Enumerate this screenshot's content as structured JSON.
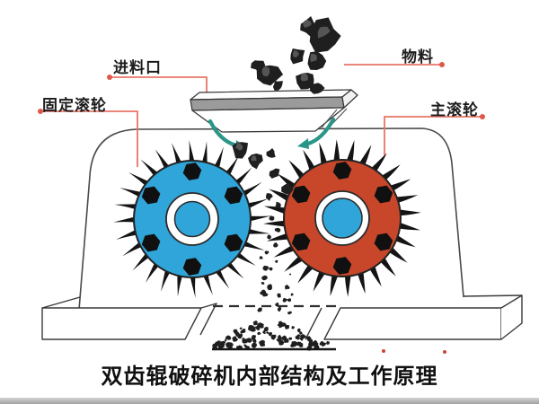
{
  "caption": "双齿辊破碎机内部结构及工作原理",
  "labels": {
    "feed_inlet": "进料口",
    "material": "物料",
    "fixed_roller": "固定滚轮",
    "main_roller": "主滚轮"
  },
  "icons": {
    "material_flow_left": "curved-down-arrow",
    "material_flow_right": "curved-down-arrow"
  },
  "colors": {
    "fixed_roller_fill": "#30a5da",
    "main_roller_fill": "#c8472b",
    "hub_fill": "#30a5da",
    "teeth": "#141414",
    "coal": "#1f1f1f",
    "coal_highlight": "#555555",
    "arrow": "#2a9688",
    "leader_line": "#e87568",
    "leader_dot": "#e0584a",
    "outline": "#4a4a4a",
    "hopper_gray": "#9b9b9b"
  }
}
